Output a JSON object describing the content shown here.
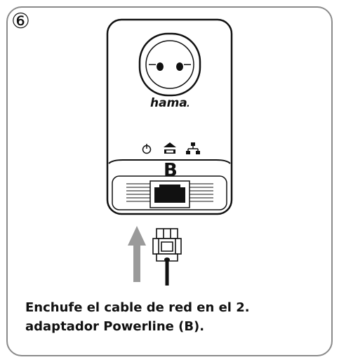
{
  "step": {
    "number": "⑥"
  },
  "device": {
    "brand": "hama",
    "brand_suffix": ".",
    "adapter_letter": "B",
    "indicators": [
      "power-icon",
      "powerline-icon",
      "network-icon"
    ]
  },
  "caption": {
    "line1": "Enchufe el cable de red en el 2.",
    "line2": "adaptador Powerline (B)."
  },
  "colors": {
    "frame": "#8a8a8a",
    "arrow": "#9a9a9a",
    "ink": "#111111"
  }
}
